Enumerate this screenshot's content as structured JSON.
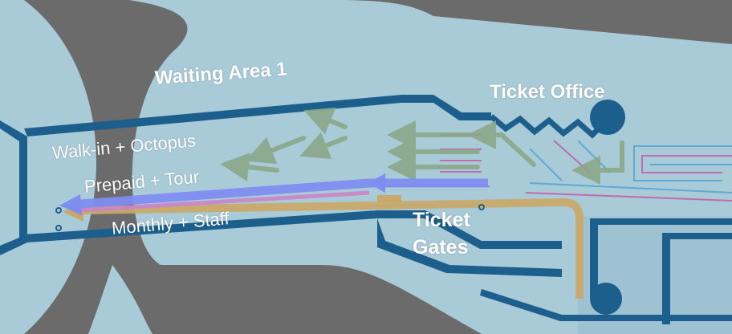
{
  "labels": {
    "waiting_area": "Waiting Area 1",
    "ticket_office": "Ticket Office",
    "walk_in": "Walk-in + Octopus",
    "prepaid": "Prepaid + Tour",
    "monthly": "Monthly + Staff",
    "ticket_gates_line1": "Ticket",
    "ticket_gates_line2": "Gates"
  },
  "colors": {
    "background": "#6b6b6b",
    "floor": "#a9cbd8",
    "wall": "#1d5f8c",
    "walk_in_flow": "#8aa88a",
    "prepaid_flow": "#7f8df0",
    "monthly_flow": "#c8a96b",
    "queue_line_pink": "#c06ab0",
    "queue_line_blue": "#5fa9d6"
  }
}
